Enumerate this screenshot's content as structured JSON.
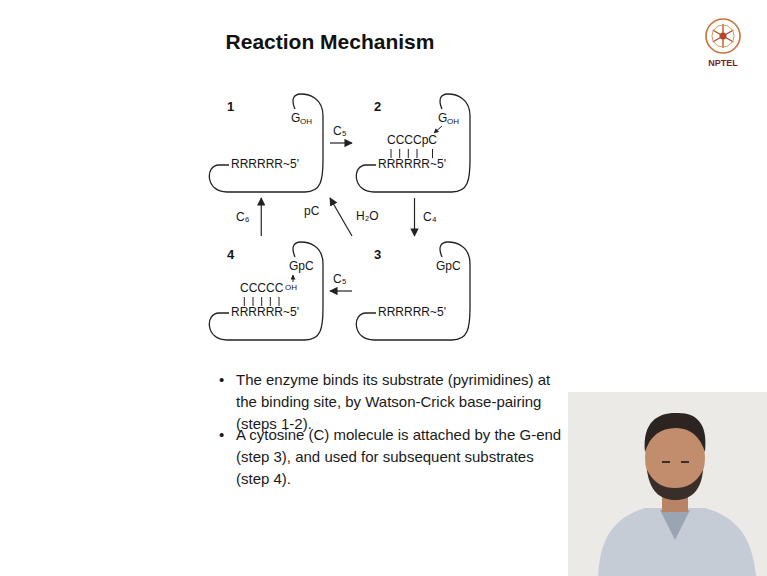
{
  "diagram": {
    "title": "Reaction Mechanism",
    "nodes": [
      {
        "text": [
          "1",
          "G",
          "OH",
          "RRRRRR~5'"
        ]
      },
      {
        "text": [
          "2",
          "G",
          "OH",
          "CCCCpC",
          "RRRRRR~5'"
        ]
      },
      {
        "text": [
          "3",
          "GpC",
          "RRRRRR~5'"
        ]
      },
      {
        "text": [
          "4",
          "GpC",
          "CCCCC",
          "OH",
          "RRRRRR~5'"
        ]
      }
    ],
    "edges": [
      {
        "from": 0,
        "to": 1,
        "arrow": "to",
        "label": "C₅"
      },
      {
        "from": 1,
        "to": 2,
        "arrow": "to",
        "label": "C₄"
      },
      {
        "from": 2,
        "to": 3,
        "arrow": "to",
        "label": "C₅"
      },
      {
        "from": 3,
        "to": 0,
        "arrow": "to",
        "label": "C₆"
      },
      {
        "from": 2,
        "to": 0,
        "arrow": "to",
        "label": "H₂O"
      }
    ],
    "labels": [
      "pC",
      "NPTEL",
      "•",
      "The enzyme binds its substrate (pyrimidines) at the binding site, by Watson-Crick base-pairing (steps 1-2).",
      "•",
      "A cytosine (C) molecule is attached by the G-end (step 3), and used for subsequent substrates (step 4)."
    ]
  }
}
